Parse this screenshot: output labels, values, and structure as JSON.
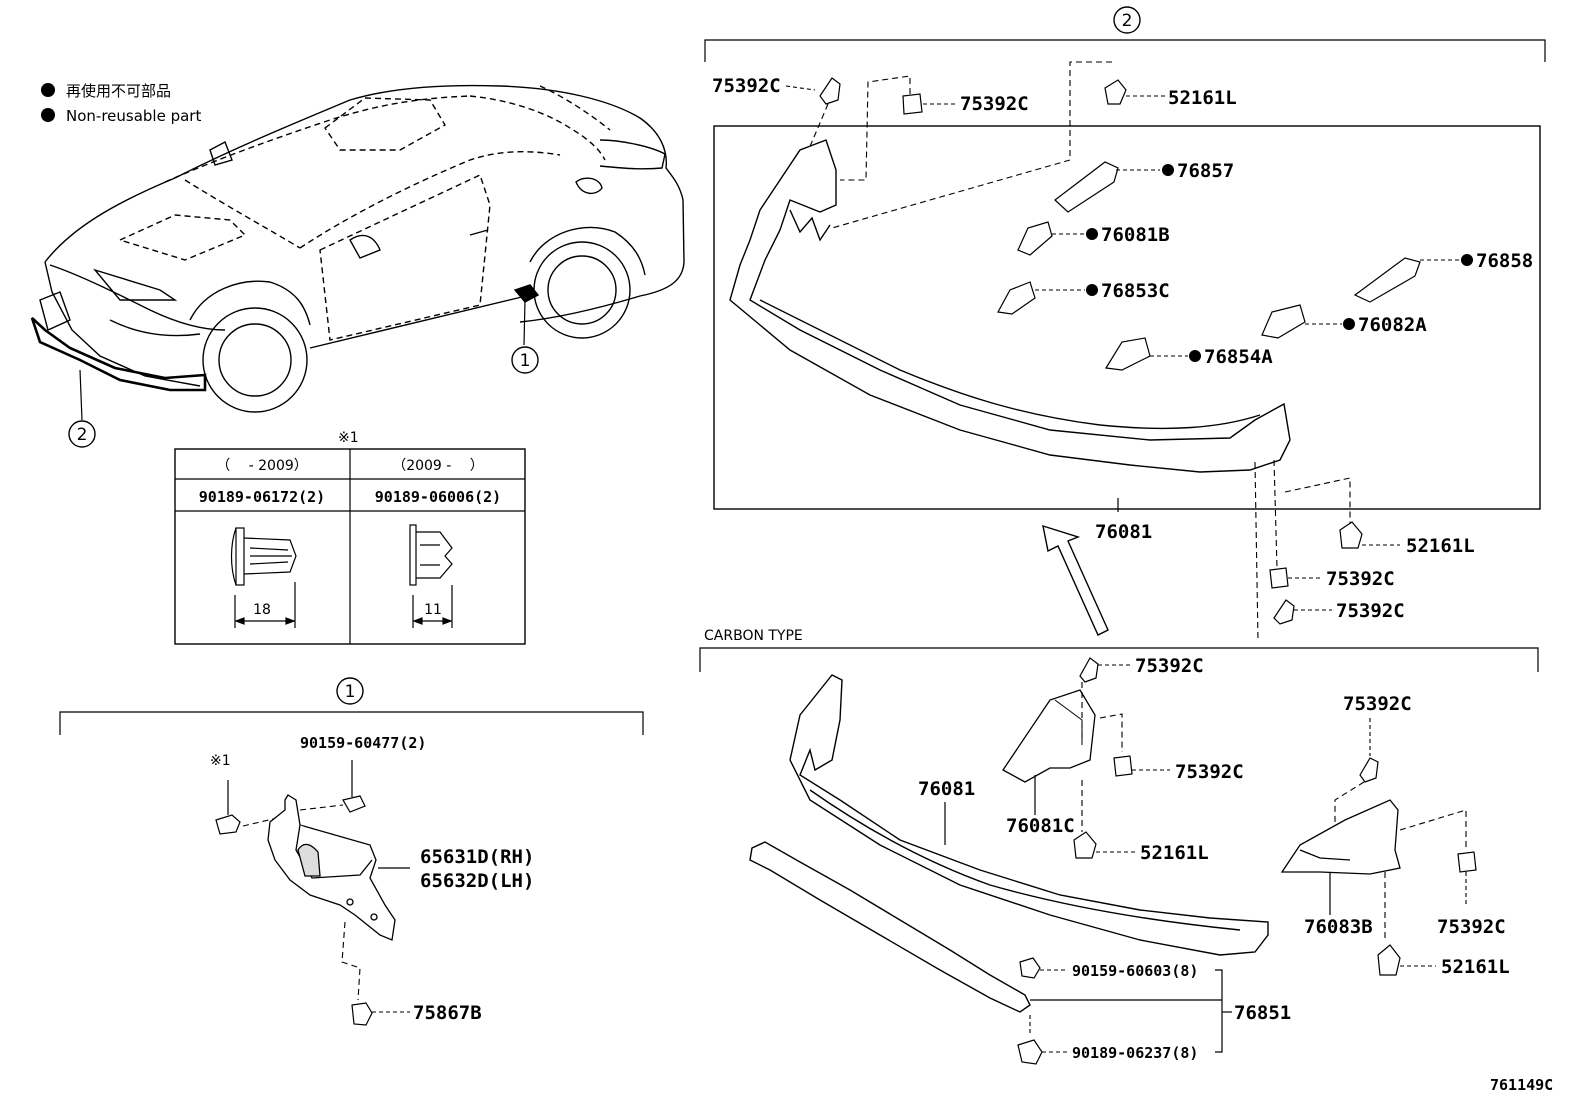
{
  "legend": {
    "line1": "再使用不可部品",
    "line2": "Non-reusable part"
  },
  "callouts": {
    "one": "1",
    "two": "2"
  },
  "clip_table": {
    "note_mark": "※1",
    "col1_header": "（　 - 2009）",
    "col2_header": "（2009 -　 ）",
    "col1_part": "90189-06172(2)",
    "col2_part": "90189-06006(2)",
    "col1_dim": "18",
    "col2_dim": "11"
  },
  "section1": {
    "note_mark": "※1",
    "parts": {
      "bolt": "90159-60477(2)",
      "rh": "65631D(RH)",
      "lh": "65632D(LH)",
      "clip": "75867B"
    }
  },
  "section2": {
    "parts": {
      "c1": "75392C",
      "c2": "75392C",
      "clip_top": "52161L",
      "p76857": "76857",
      "p76081b": "76081B",
      "p76858": "76858",
      "p76853c": "76853C",
      "p76082a": "76082A",
      "p76854a": "76854A",
      "spoiler": "76081",
      "clip_r": "52161L",
      "c3": "75392C",
      "c4": "75392C"
    }
  },
  "carbon": {
    "title": "CARBON TYPE",
    "parts": {
      "c5": "75392C",
      "c6": "75392C",
      "c7": "75392C",
      "spoiler": "76081",
      "p76081c": "76081C",
      "clip1": "52161L",
      "p76083b": "76083B",
      "c8": "75392C",
      "clip2": "52161L",
      "screw1": "90159-60603(8)",
      "screw2": "90189-06237(8)",
      "p76851": "76851"
    }
  },
  "figure_id": "761149C"
}
